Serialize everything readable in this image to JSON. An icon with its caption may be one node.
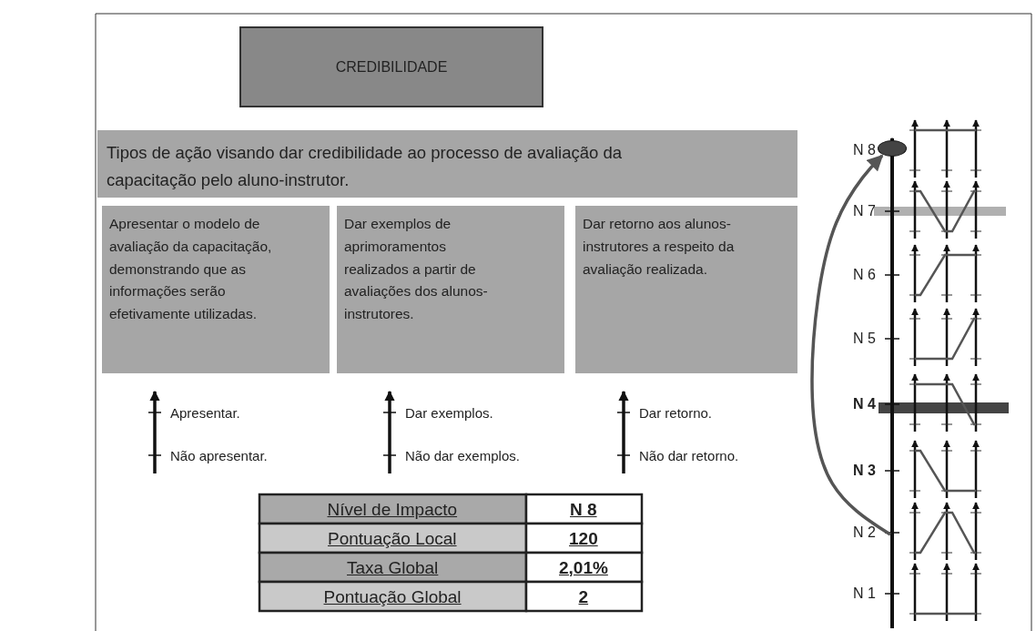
{
  "diagram": {
    "nodes": [
      {
        "text": [
          "CREDIBILIDADE"
        ]
      },
      {
        "text": [
          "Tipos de ação visando dar credibilidade ao processo de avaliação da capacitação pelo aluno-instrutor."
        ]
      },
      {
        "text": [
          "Apresentar o modelo de avaliação da capacitação, demonstrando que as informações serão efetivamente utilizadas."
        ]
      },
      {
        "text": [
          "Dar exemplos de aprimoramentos realizados a partir de avaliações dos alunos-instrutores."
        ]
      },
      {
        "text": [
          "Dar retorno aos alunos-instrutores a respeito da avaliação realizada."
        ]
      },
      {
        "text": [],
        "shape": "ellipse"
      }
    ],
    "edges": [
      {
        "from": null,
        "to": 5,
        "arrow": "to"
      }
    ],
    "labels": [
      "N 8",
      "N 7",
      "N 6",
      "N 5",
      "N 4",
      "N 3",
      "N 2",
      "N 1",
      "Apresentar.",
      "Não apresentar.",
      "Dar exemplos.",
      "Não dar exemplos.",
      "Dar retorno.",
      "Não dar retorno.",
      "Nível de Impacto",
      "N 8",
      "Pontuação Local",
      "120",
      "Taxa Global",
      "2,01%",
      "Pontuação Global",
      "2"
    ]
  }
}
